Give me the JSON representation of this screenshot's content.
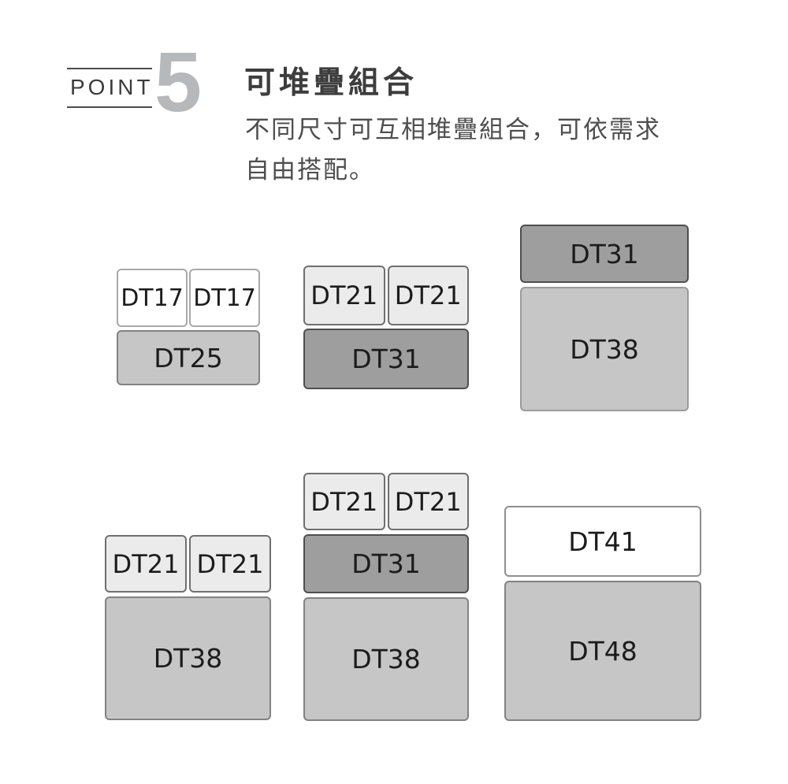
{
  "header": {
    "point_label": "POINT",
    "point_number": "5",
    "title": "可堆疊組合",
    "subtitle_line1": "不同尺寸可互相堆疊組合，可依需求",
    "subtitle_line2": "自由搭配。"
  },
  "colors": {
    "box_white": "#ffffff",
    "box_light": "#ebebeb",
    "box_medium": "#c5c6c5",
    "box_dark": "#9e9e9e",
    "box_text": "#1c1c1c",
    "title_text": "#3d3d3d",
    "subtitle_text": "#4e4e4e",
    "point_number_color": "#b6b9bb"
  },
  "stacks": [
    {
      "name": "dt17-dt17-on-dt25",
      "rows": [
        {
          "boxes": [
            {
              "label": "DT17",
              "tone": "white"
            },
            {
              "label": "DT17",
              "tone": "white"
            }
          ]
        },
        {
          "boxes": [
            {
              "label": "DT25",
              "tone": "medium"
            }
          ]
        }
      ]
    },
    {
      "name": "dt21-dt21-on-dt31",
      "rows": [
        {
          "boxes": [
            {
              "label": "DT21",
              "tone": "light"
            },
            {
              "label": "DT21",
              "tone": "light"
            }
          ]
        },
        {
          "boxes": [
            {
              "label": "DT31",
              "tone": "dark"
            }
          ]
        }
      ]
    },
    {
      "name": "dt31-on-dt38",
      "rows": [
        {
          "boxes": [
            {
              "label": "DT31",
              "tone": "dark"
            }
          ]
        },
        {
          "boxes": [
            {
              "label": "DT38",
              "tone": "medium"
            }
          ]
        }
      ]
    },
    {
      "name": "dt21-dt21-on-dt38",
      "rows": [
        {
          "boxes": [
            {
              "label": "DT21",
              "tone": "light"
            },
            {
              "label": "DT21",
              "tone": "light"
            }
          ]
        },
        {
          "boxes": [
            {
              "label": "DT38",
              "tone": "medium"
            }
          ]
        }
      ]
    },
    {
      "name": "dt21-dt21-on-dt31-on-dt38",
      "rows": [
        {
          "boxes": [
            {
              "label": "DT21",
              "tone": "light"
            },
            {
              "label": "DT21",
              "tone": "light"
            }
          ]
        },
        {
          "boxes": [
            {
              "label": "DT31",
              "tone": "dark"
            }
          ]
        },
        {
          "boxes": [
            {
              "label": "DT38",
              "tone": "medium"
            }
          ]
        }
      ]
    },
    {
      "name": "dt41-on-dt48",
      "rows": [
        {
          "boxes": [
            {
              "label": "DT41",
              "tone": "white"
            }
          ]
        },
        {
          "boxes": [
            {
              "label": "DT48",
              "tone": "medium"
            }
          ]
        }
      ]
    }
  ]
}
